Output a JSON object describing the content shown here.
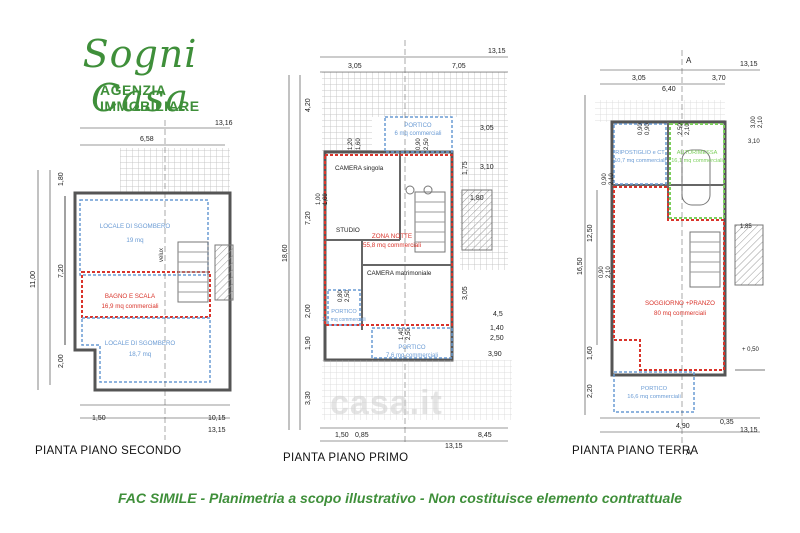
{
  "logo": {
    "name": "Sogni Casa",
    "subtitle": "AGENZIA IMMOBILIARE"
  },
  "watermark": "casa.it",
  "footer": "FAC SIMILE - Planimetria a scopo illustrativo - Non costituisce elemento contrattuale",
  "colors": {
    "brand_green": "#3f8f3a",
    "area_blue": "#6a9bd4",
    "area_red": "#d9342b",
    "area_green": "#7ccf5c",
    "wall": "#6d6d6d"
  },
  "plans": {
    "secondo": {
      "caption": "PIANTA PIANO SECONDO",
      "dims": {
        "top_total": "13,16",
        "top_a": "6,58",
        "left_a": "1,80",
        "left_b": "7,20",
        "left_c": "2,00",
        "left_total": "11,00",
        "bottom_a": "1,50",
        "bottom_b": "10,15",
        "bottom_total": "13,15"
      },
      "rooms": [
        {
          "name": "LOCALE DI SGOMBERO",
          "area": "19 mq"
        },
        {
          "name": "BAGNO E SCALA",
          "area": "16,9 mq commerciali"
        },
        {
          "name": "LOCALE DI SGOMBERO",
          "area": "18,7 mq"
        }
      ],
      "vano": "velux"
    },
    "primo": {
      "caption": "PIANTA PIANO PRIMO",
      "dims": {
        "top_total": "13,15",
        "top_a": "3,05",
        "top_b": "7,05",
        "left_a": "4,20",
        "left_b": "7,20",
        "left_c": "2,00",
        "left_d": "1,90",
        "left_e": "3,30",
        "left_total": "18,60",
        "right_a": "3,05",
        "right_b": "3,10",
        "right_c": "1,75",
        "right_d": "1,80",
        "right_e": "3,05",
        "right_f": "4,5",
        "right_g": "1,40",
        "right_h": "2,50",
        "right_i": "3,90",
        "bottom_a": "1,50",
        "bottom_b": "0,85",
        "bottom_c": "8,45",
        "bottom_total": "13,15",
        "small_a": "1,20",
        "small_b": "1,60",
        "small_c": "0,90",
        "small_d": "2,50",
        "small_e": "1,00",
        "small_f": "1,60",
        "small_g": "0,80",
        "small_h": "2,50",
        "small_i": "1,40",
        "small_j": "2,50"
      },
      "rooms": [
        {
          "name": "PORTICO",
          "area": "6 mq commerciali"
        },
        {
          "name": "CAMERA singola",
          "area": ""
        },
        {
          "name": "STUDIO",
          "area": ""
        },
        {
          "name": "ZONA NOTTE",
          "area": "55,8 mq commerciali"
        },
        {
          "name": "CAMERA matrimoniale",
          "area": ""
        },
        {
          "name": "PORTICO",
          "area": "2,7 mq commerciali"
        },
        {
          "name": "PORTICO",
          "area": "7,6 mq commerciali"
        }
      ]
    },
    "terra": {
      "caption": "PIANTA PIANO TERRA",
      "dims": {
        "top_total": "13,15",
        "top_a": "3,05",
        "top_b": "6,40",
        "top_c": "3,70",
        "left_a": "0,90",
        "left_b": "2,10",
        "left_c": "12,50",
        "left_d": "16,50",
        "left_e": "1,60",
        "left_f": "2,20",
        "right_a": "3,00",
        "right_b": "2,10",
        "right_c": "3,10",
        "right_d": "1,85",
        "right_e": "+ 0,50",
        "bottom_a": "4,90",
        "bottom_b": "0,35",
        "bottom_total": "13,15",
        "small_a": "0,90",
        "small_b": "0,90",
        "small_c": "2,50",
        "small_d": "2,10",
        "small_e": "0,90",
        "small_f": "2,10"
      },
      "rooms": [
        {
          "name": "RIPOSTIGLIO e CT",
          "area": "10,7 mq commerciali"
        },
        {
          "name": "AUTORIMESSA",
          "area": "16,1 mq commerciali"
        },
        {
          "name": "SOGGIORNO +PRANZO",
          "area": "80 mq commerciali"
        },
        {
          "name": "PORTICO",
          "area": "16,6 mq commerciali"
        }
      ],
      "labels": {
        "a_top": "A",
        "a_bottom": "A"
      }
    }
  }
}
